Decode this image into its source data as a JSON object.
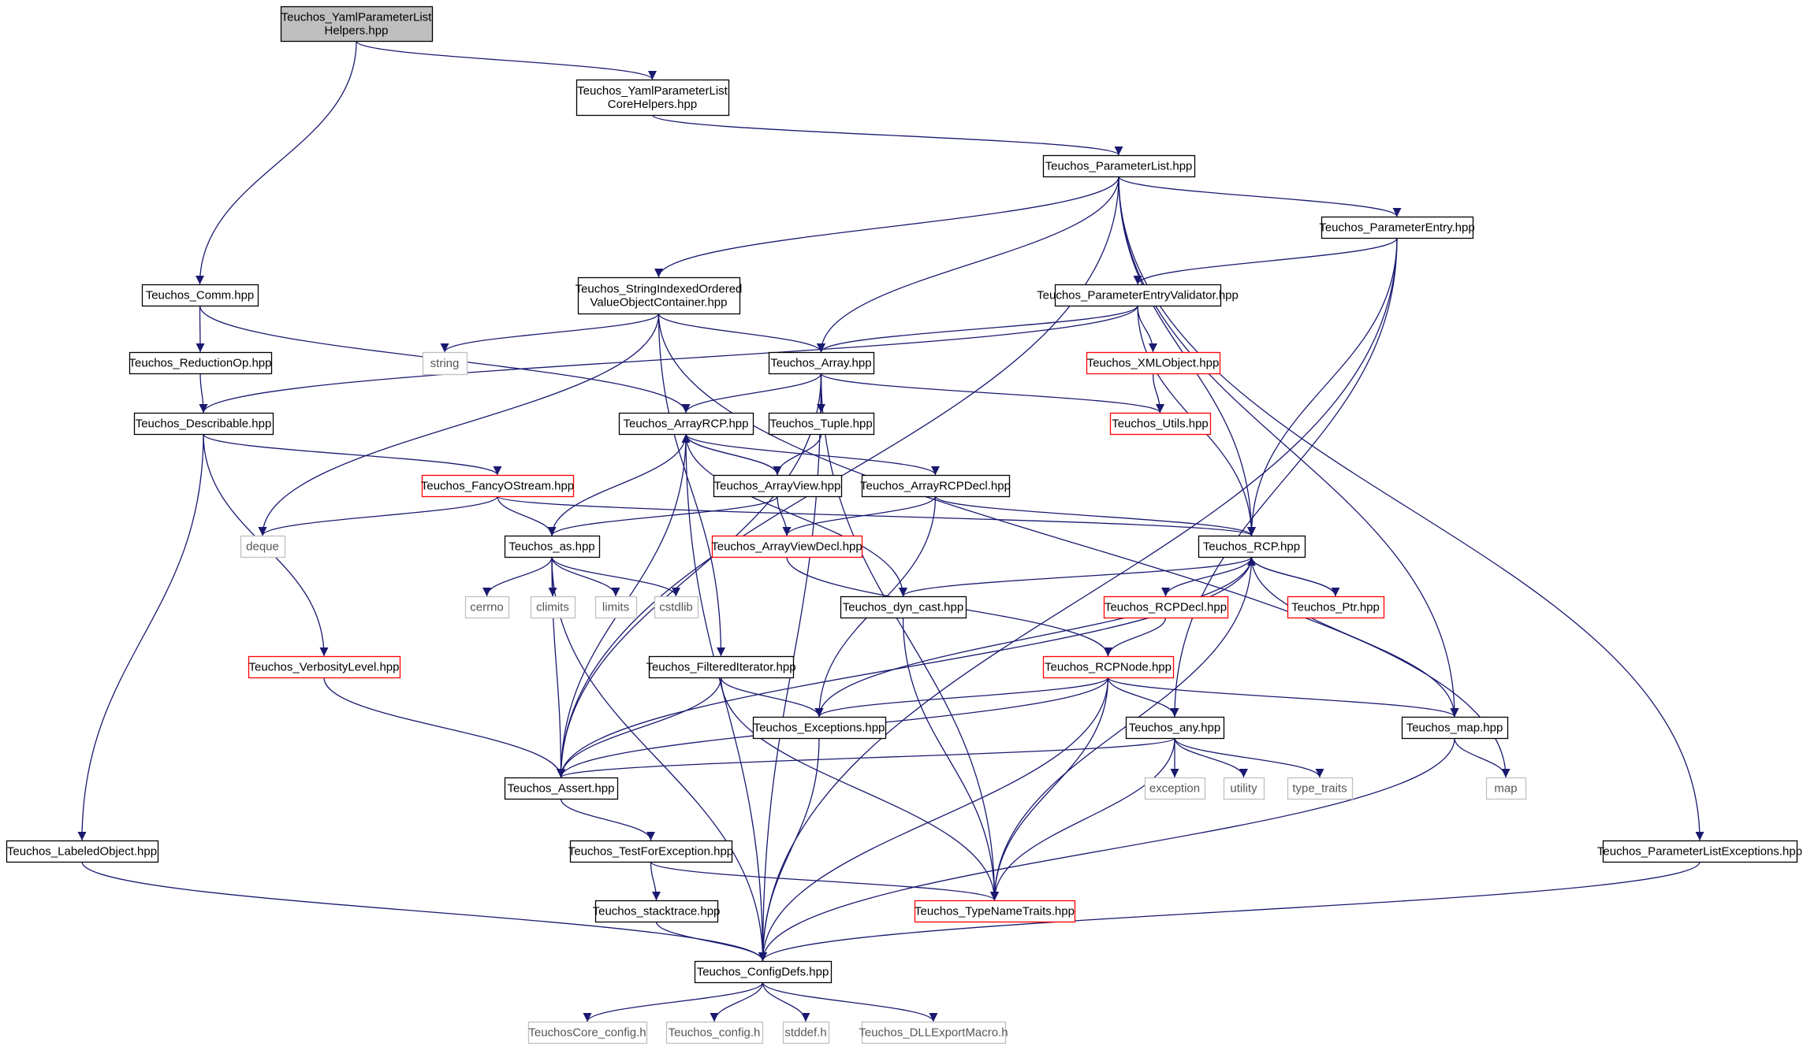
{
  "colors": {
    "background": "#ffffff",
    "edge": "#191970",
    "node_fill": "#ffffff",
    "root_fill": "#bfbfbf",
    "internal_border": "#000000",
    "truncated_border": "#ff0000",
    "external_border": "#bfbfbf",
    "external_text": "#555555"
  },
  "nodes": {
    "yaml_helpers": {
      "lines": [
        "Teuchos_YamlParameterList",
        "Helpers.hpp"
      ],
      "kind": "root"
    },
    "yaml_core": {
      "lines": [
        "Teuchos_YamlParameterList",
        "CoreHelpers.hpp"
      ],
      "kind": "normal"
    },
    "paramlist": {
      "lines": [
        "Teuchos_ParameterList.hpp"
      ],
      "kind": "normal"
    },
    "paramentry": {
      "lines": [
        "Teuchos_ParameterEntry.hpp"
      ],
      "kind": "normal"
    },
    "comm": {
      "lines": [
        "Teuchos_Comm.hpp"
      ],
      "kind": "normal"
    },
    "sioc": {
      "lines": [
        "Teuchos_StringIndexedOrdered",
        "ValueObjectContainer.hpp"
      ],
      "kind": "normal"
    },
    "pev": {
      "lines": [
        "Teuchos_ParameterEntryValidator.hpp"
      ],
      "kind": "normal"
    },
    "reductionop": {
      "lines": [
        "Teuchos_ReductionOp.hpp"
      ],
      "kind": "normal"
    },
    "string": {
      "lines": [
        "string"
      ],
      "kind": "external"
    },
    "array": {
      "lines": [
        "Teuchos_Array.hpp"
      ],
      "kind": "normal"
    },
    "xmlobject": {
      "lines": [
        "Teuchos_XMLObject.hpp"
      ],
      "kind": "truncated"
    },
    "describable": {
      "lines": [
        "Teuchos_Describable.hpp"
      ],
      "kind": "normal"
    },
    "arrayrcp": {
      "lines": [
        "Teuchos_ArrayRCP.hpp"
      ],
      "kind": "normal"
    },
    "tuple": {
      "lines": [
        "Teuchos_Tuple.hpp"
      ],
      "kind": "normal"
    },
    "utils": {
      "lines": [
        "Teuchos_Utils.hpp"
      ],
      "kind": "truncated"
    },
    "fancyostream": {
      "lines": [
        "Teuchos_FancyOStream.hpp"
      ],
      "kind": "truncated"
    },
    "arrayview": {
      "lines": [
        "Teuchos_ArrayView.hpp"
      ],
      "kind": "normal"
    },
    "arrayrcpdecl": {
      "lines": [
        "Teuchos_ArrayRCPDecl.hpp"
      ],
      "kind": "normal"
    },
    "deque": {
      "lines": [
        "deque"
      ],
      "kind": "external"
    },
    "as": {
      "lines": [
        "Teuchos_as.hpp"
      ],
      "kind": "normal"
    },
    "arrayviewdecl": {
      "lines": [
        "Teuchos_ArrayViewDecl.hpp"
      ],
      "kind": "truncated"
    },
    "rcp": {
      "lines": [
        "Teuchos_RCP.hpp"
      ],
      "kind": "normal"
    },
    "cerrno": {
      "lines": [
        "cerrno"
      ],
      "kind": "external"
    },
    "climits": {
      "lines": [
        "climits"
      ],
      "kind": "external"
    },
    "limits": {
      "lines": [
        "limits"
      ],
      "kind": "external"
    },
    "cstdlib": {
      "lines": [
        "cstdlib"
      ],
      "kind": "external"
    },
    "dyncast": {
      "lines": [
        "Teuchos_dyn_cast.hpp"
      ],
      "kind": "normal"
    },
    "rcpdecl": {
      "lines": [
        "Teuchos_RCPDecl.hpp"
      ],
      "kind": "truncated"
    },
    "ptr": {
      "lines": [
        "Teuchos_Ptr.hpp"
      ],
      "kind": "truncated"
    },
    "verbosity": {
      "lines": [
        "Teuchos_VerbosityLevel.hpp"
      ],
      "kind": "truncated"
    },
    "filtered": {
      "lines": [
        "Teuchos_FilteredIterator.hpp"
      ],
      "kind": "normal"
    },
    "rcpnode": {
      "lines": [
        "Teuchos_RCPNode.hpp"
      ],
      "kind": "truncated"
    },
    "exceptions": {
      "lines": [
        "Teuchos_Exceptions.hpp"
      ],
      "kind": "normal"
    },
    "any": {
      "lines": [
        "Teuchos_any.hpp"
      ],
      "kind": "normal"
    },
    "tmap": {
      "lines": [
        "Teuchos_map.hpp"
      ],
      "kind": "normal"
    },
    "assert": {
      "lines": [
        "Teuchos_Assert.hpp"
      ],
      "kind": "normal"
    },
    "exception": {
      "lines": [
        "exception"
      ],
      "kind": "external"
    },
    "utility": {
      "lines": [
        "utility"
      ],
      "kind": "external"
    },
    "type_traits": {
      "lines": [
        "type_traits"
      ],
      "kind": "external"
    },
    "map": {
      "lines": [
        "map"
      ],
      "kind": "external"
    },
    "labeled": {
      "lines": [
        "Teuchos_LabeledObject.hpp"
      ],
      "kind": "normal"
    },
    "testforexc": {
      "lines": [
        "Teuchos_TestForException.hpp"
      ],
      "kind": "normal"
    },
    "plexc": {
      "lines": [
        "Teuchos_ParameterListExceptions.hpp"
      ],
      "kind": "normal"
    },
    "typenametraits": {
      "lines": [
        "Teuchos_TypeNameTraits.hpp"
      ],
      "kind": "truncated"
    },
    "stacktrace": {
      "lines": [
        "Teuchos_stacktrace.hpp"
      ],
      "kind": "normal"
    },
    "configdefs": {
      "lines": [
        "Teuchos_ConfigDefs.hpp"
      ],
      "kind": "normal"
    },
    "coreconfig": {
      "lines": [
        "TeuchosCore_config.h"
      ],
      "kind": "external"
    },
    "tconfig": {
      "lines": [
        "Teuchos_config.h"
      ],
      "kind": "external"
    },
    "stddef": {
      "lines": [
        "stddef.h"
      ],
      "kind": "external"
    },
    "dllexport": {
      "lines": [
        "Teuchos_DLLExportMacro.h"
      ],
      "kind": "external"
    }
  },
  "edges": [
    [
      "yaml_helpers",
      "yaml_core"
    ],
    [
      "yaml_helpers",
      "comm"
    ],
    [
      "yaml_core",
      "paramlist"
    ],
    [
      "paramlist",
      "paramentry"
    ],
    [
      "paramlist",
      "sioc"
    ],
    [
      "paramlist",
      "array"
    ],
    [
      "paramlist",
      "rcp"
    ],
    [
      "paramlist",
      "tmap"
    ],
    [
      "paramlist",
      "plexc"
    ],
    [
      "paramlist",
      "assert"
    ],
    [
      "paramentry",
      "pev"
    ],
    [
      "paramentry",
      "rcp"
    ],
    [
      "paramentry",
      "any"
    ],
    [
      "paramentry",
      "configdefs"
    ],
    [
      "comm",
      "reductionop"
    ],
    [
      "comm",
      "arrayrcp"
    ],
    [
      "sioc",
      "string"
    ],
    [
      "sioc",
      "array"
    ],
    [
      "sioc",
      "deque"
    ],
    [
      "sioc",
      "filtered"
    ],
    [
      "sioc",
      "map"
    ],
    [
      "pev",
      "xmlobject"
    ],
    [
      "pev",
      "array"
    ],
    [
      "pev",
      "rcp"
    ],
    [
      "pev",
      "describable"
    ],
    [
      "reductionop",
      "describable"
    ],
    [
      "xmlobject",
      "utils"
    ],
    [
      "array",
      "utils"
    ],
    [
      "array",
      "tuple"
    ],
    [
      "array",
      "arrayrcp"
    ],
    [
      "array",
      "assert"
    ],
    [
      "array",
      "typenametraits"
    ],
    [
      "array",
      "configdefs"
    ],
    [
      "describable",
      "fancyostream"
    ],
    [
      "describable",
      "verbosity"
    ],
    [
      "describable",
      "labeled"
    ],
    [
      "tuple",
      "arrayview"
    ],
    [
      "arrayrcp",
      "arrayview"
    ],
    [
      "arrayrcp",
      "arrayrcpdecl"
    ],
    [
      "arrayrcp",
      "as"
    ],
    [
      "arrayrcp",
      "dyncast"
    ],
    [
      "arrayrcp",
      "assert"
    ],
    [
      "arrayrcp",
      "configdefs"
    ],
    [
      "arrayview",
      "arrayrcp"
    ],
    [
      "arrayview",
      "arrayviewdecl"
    ],
    [
      "arrayview",
      "as"
    ],
    [
      "fancyostream",
      "deque"
    ],
    [
      "fancyostream",
      "as"
    ],
    [
      "fancyostream",
      "rcp"
    ],
    [
      "arrayrcpdecl",
      "arrayviewdecl"
    ],
    [
      "arrayrcpdecl",
      "rcp"
    ],
    [
      "arrayrcpdecl",
      "exceptions"
    ],
    [
      "arrayviewdecl",
      "rcpnode"
    ],
    [
      "as",
      "cerrno"
    ],
    [
      "as",
      "climits"
    ],
    [
      "as",
      "limits"
    ],
    [
      "as",
      "cstdlib"
    ],
    [
      "as",
      "assert"
    ],
    [
      "as",
      "configdefs"
    ],
    [
      "rcp",
      "rcpdecl"
    ],
    [
      "rcp",
      "ptr"
    ],
    [
      "rcp",
      "dyncast"
    ],
    [
      "rcp",
      "exceptions"
    ],
    [
      "rcp",
      "assert"
    ],
    [
      "rcp",
      "tmap"
    ],
    [
      "rcp",
      "typenametraits"
    ],
    [
      "ptr",
      "rcp"
    ],
    [
      "rcpdecl",
      "rcpnode"
    ],
    [
      "dyncast",
      "typenametraits"
    ],
    [
      "verbosity",
      "assert"
    ],
    [
      "filtered",
      "exceptions"
    ],
    [
      "filtered",
      "assert"
    ],
    [
      "filtered",
      "typenametraits"
    ],
    [
      "rcpnode",
      "any"
    ],
    [
      "rcpnode",
      "tmap"
    ],
    [
      "rcpnode",
      "exceptions"
    ],
    [
      "rcpnode",
      "assert"
    ],
    [
      "rcpnode",
      "typenametraits"
    ],
    [
      "rcpnode",
      "configdefs"
    ],
    [
      "any",
      "exception"
    ],
    [
      "any",
      "utility"
    ],
    [
      "any",
      "type_traits"
    ],
    [
      "any",
      "assert"
    ],
    [
      "any",
      "typenametraits"
    ],
    [
      "tmap",
      "map"
    ],
    [
      "tmap",
      "configdefs"
    ],
    [
      "exceptions",
      "configdefs"
    ],
    [
      "assert",
      "testforexc"
    ],
    [
      "testforexc",
      "stacktrace"
    ],
    [
      "testforexc",
      "typenametraits"
    ],
    [
      "stacktrace",
      "configdefs"
    ],
    [
      "labeled",
      "configdefs"
    ],
    [
      "plexc",
      "configdefs"
    ],
    [
      "configdefs",
      "coreconfig"
    ],
    [
      "configdefs",
      "tconfig"
    ],
    [
      "configdefs",
      "stddef"
    ],
    [
      "configdefs",
      "dllexport"
    ]
  ]
}
